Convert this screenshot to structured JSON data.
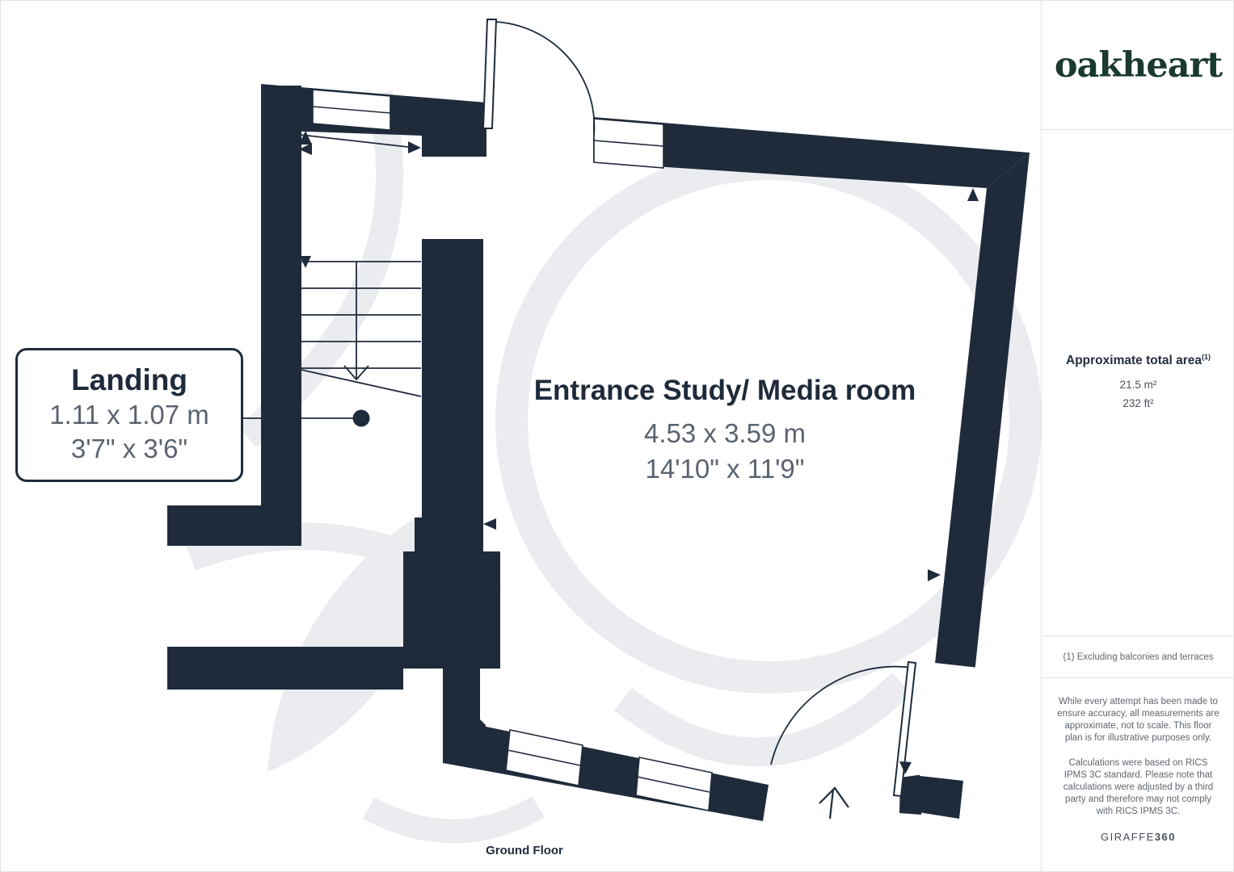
{
  "floorplan": {
    "floor_label": "Ground Floor",
    "rooms": [
      {
        "name": "Landing",
        "dimensions_m": "1.11 x 1.07 m",
        "dimensions_ft": "3'7\" x 3'6\""
      },
      {
        "name": "Entrance Study/ Media room",
        "dimensions_m": "4.53 x 3.59 m",
        "dimensions_ft": "14'10\" x 11'9\""
      }
    ]
  },
  "sidebar": {
    "brand": "oakheart",
    "area": {
      "title": "Approximate total area",
      "superscript": "(1)",
      "sqm": "21.5 m²",
      "sqft": "232 ft²"
    },
    "footnote": "(1) Excluding balconies and terraces",
    "disclaimer1": "While every attempt has been made to ensure accuracy, all measurements are approximate, not to scale. This floor plan is for illustrative purposes only.",
    "disclaimer2": "Calculations were based on RICS IPMS 3C standard. Please note that calculations were adjusted by a third party and therefore may not comply with RICS IPMS 3C.",
    "watermark_brand": "GIRAFFE",
    "watermark_brand_suffix": "360"
  },
  "colors": {
    "wall": "#1f2b3b",
    "dimension_text": "#5b6370",
    "brand_green": "#1a3a2e",
    "watermark": "#eaecef"
  }
}
